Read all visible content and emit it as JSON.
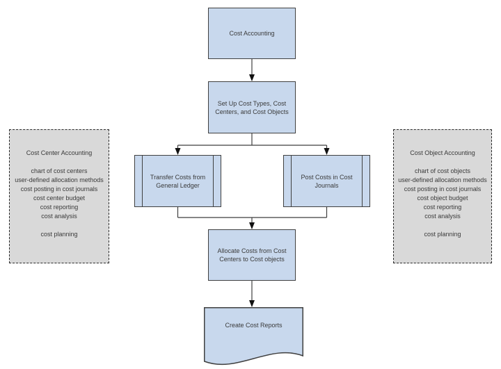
{
  "colors": {
    "node_fill": "#c8d8ed",
    "node_border": "#3f3f3f",
    "panel_fill": "#d9d9d9",
    "panel_border": "#2b2b2b",
    "connector": "#3f3f3f",
    "arrowhead": "#111111",
    "text": "#3a3a3a",
    "background": "#ffffff"
  },
  "flowchart": {
    "nodes": {
      "cost_accounting": {
        "label": "Cost Accounting",
        "shape": "process"
      },
      "setup": {
        "label": "Set Up Cost Types, Cost Centers, and Cost Objects",
        "shape": "process"
      },
      "transfer": {
        "label": "Transfer Costs from General Ledger",
        "shape": "predefined-process"
      },
      "post": {
        "label": "Post Costs in Cost Journals",
        "shape": "predefined-process"
      },
      "allocate": {
        "label": "Allocate Costs from Cost Centers to Cost objects",
        "shape": "process"
      },
      "reports": {
        "label": "Create Cost Reports",
        "shape": "document"
      }
    },
    "edges": [
      {
        "from": "cost_accounting",
        "to": "setup"
      },
      {
        "from": "setup",
        "to": "transfer"
      },
      {
        "from": "setup",
        "to": "post"
      },
      {
        "from": "transfer",
        "to": "allocate"
      },
      {
        "from": "post",
        "to": "allocate"
      },
      {
        "from": "allocate",
        "to": "reports"
      }
    ]
  },
  "panels": {
    "left": {
      "title": "Cost Center Accounting",
      "items": [
        "chart of cost centers",
        "user-defined allocation methods",
        "cost posting in cost journals",
        "cost center budget",
        "cost reporting",
        "cost analysis"
      ],
      "footer_item": "cost planning"
    },
    "right": {
      "title": "Cost Object Accounting",
      "items": [
        "chart of cost objects",
        "user-defined allocation methods",
        "cost posting in cost journals",
        "cost object budget",
        "cost reporting",
        "cost analysis"
      ],
      "footer_item": "cost planning"
    }
  }
}
